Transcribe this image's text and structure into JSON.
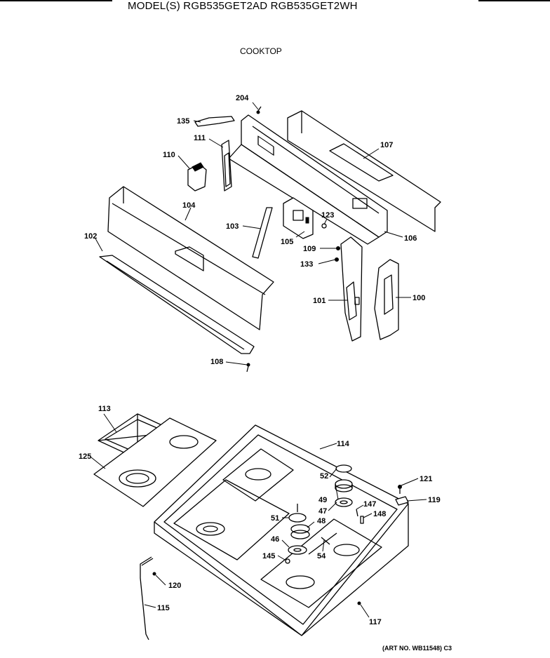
{
  "header": {
    "model_line": "MODEL(S) RGB535GET2AD  RGB535GET2WH"
  },
  "section": {
    "title": "COOKTOP"
  },
  "footer": {
    "art_number": "(ART NO. WB11548)  C3"
  },
  "callouts": {
    "p204": "204",
    "p135": "135",
    "p111": "111",
    "p110": "110",
    "p107": "107",
    "p104": "104",
    "p103": "103",
    "p123": "123",
    "p105": "105",
    "p106": "106",
    "p102": "102",
    "p109": "109",
    "p133": "133",
    "p101": "101",
    "p100": "100",
    "p108": "108",
    "p113": "113",
    "p114": "114",
    "p125": "125",
    "p52": "52",
    "p121": "121",
    "p49": "49",
    "p147": "147",
    "p119": "119",
    "p47": "47",
    "p148": "148",
    "p51": "51",
    "p48": "48",
    "p46": "46",
    "p145": "145",
    "p54": "54",
    "p120": "120",
    "p115": "115",
    "p117": "117"
  }
}
